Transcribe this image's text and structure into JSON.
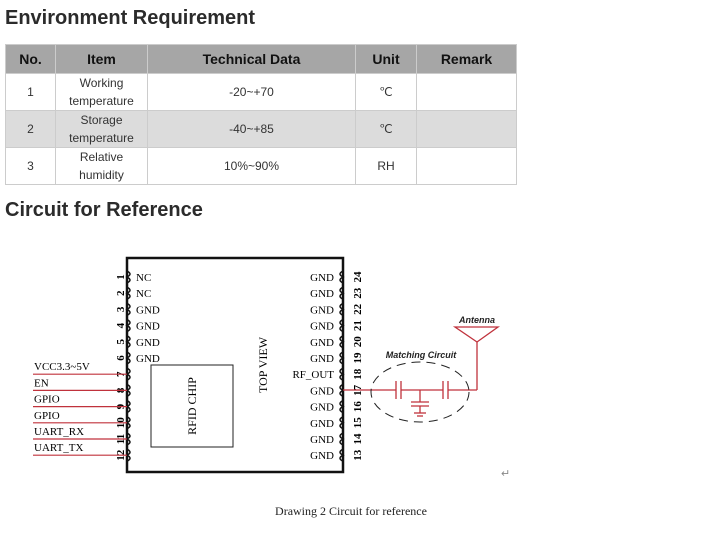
{
  "sections": {
    "environment": "Environment Requirement",
    "circuit": "Circuit for Reference"
  },
  "table": {
    "headers": [
      "No.",
      "Item",
      "Technical Data",
      "Unit",
      "Remark"
    ],
    "rows": [
      {
        "no": "1",
        "item_l1": "Working",
        "item_l2": "temperature",
        "data": "-20~+70",
        "unit": "℃",
        "remark": ""
      },
      {
        "no": "2",
        "item_l1": "Storage",
        "item_l2": "temperature",
        "data": "-40~+85",
        "unit": "℃",
        "remark": ""
      },
      {
        "no": "3",
        "item_l1": "Relative",
        "item_l2": "humidity",
        "data": "10%~90%",
        "unit": "RH",
        "remark": ""
      }
    ]
  },
  "diagram": {
    "left_pins": [
      "NC",
      "NC",
      "GND",
      "GND",
      "GND",
      "GND",
      "",
      "",
      "",
      "",
      "",
      ""
    ],
    "left_signals": [
      "VCC3.3~5V",
      "EN",
      "GPIO",
      "GPIO",
      "UART_RX",
      "UART_TX"
    ],
    "right_pins": [
      "GND",
      "GND",
      "GND",
      "GND",
      "GND",
      "GND",
      "RF_OUT",
      "GND",
      "GND",
      "GND",
      "GND",
      "GND"
    ],
    "chip": "RFID CHIP",
    "top_view": "TOP VIEW",
    "antenna": "Antenna",
    "matching": "Matching Circuit",
    "wire_color": "#c0323c"
  },
  "caption": "Drawing 2 Circuit for reference",
  "return_mark": "↵"
}
